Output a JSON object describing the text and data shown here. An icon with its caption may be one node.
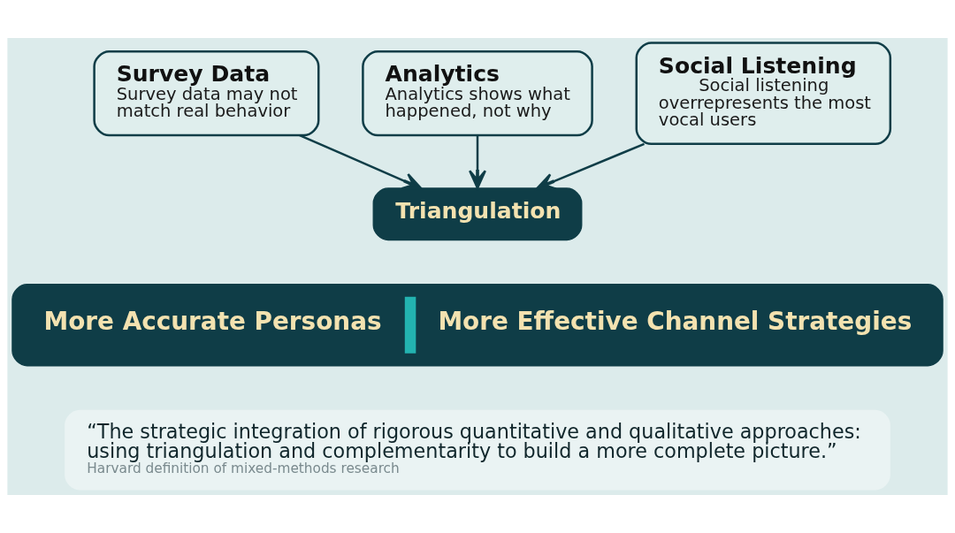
{
  "diagram": {
    "nodes": [
      {
        "text": [
          "Survey Data",
          "Survey data may not match real behavior"
        ]
      },
      {
        "text": [
          "Analytics",
          "Analytics shows what happened, not why"
        ]
      },
      {
        "text": [
          "Social Listening",
          "Social listening overrepresents the most vocal users"
        ]
      },
      {
        "text": [
          "Triangulation"
        ]
      },
      {
        "text": [
          "More Accurate Personas",
          "More Effective Channel Strategies"
        ]
      },
      {
        "text": [
          "“The strategic integration of rigorous quantitative and qualitative approaches: using triangulation and complementarity to build a more complete picture.”",
          "Harvard definition of mixed-methods research"
        ]
      }
    ],
    "edges": [
      {
        "from": 0,
        "to": 3,
        "arrow": "to"
      },
      {
        "from": 1,
        "to": 3,
        "arrow": "to"
      },
      {
        "from": 2,
        "to": 3,
        "arrow": "to"
      }
    ]
  }
}
